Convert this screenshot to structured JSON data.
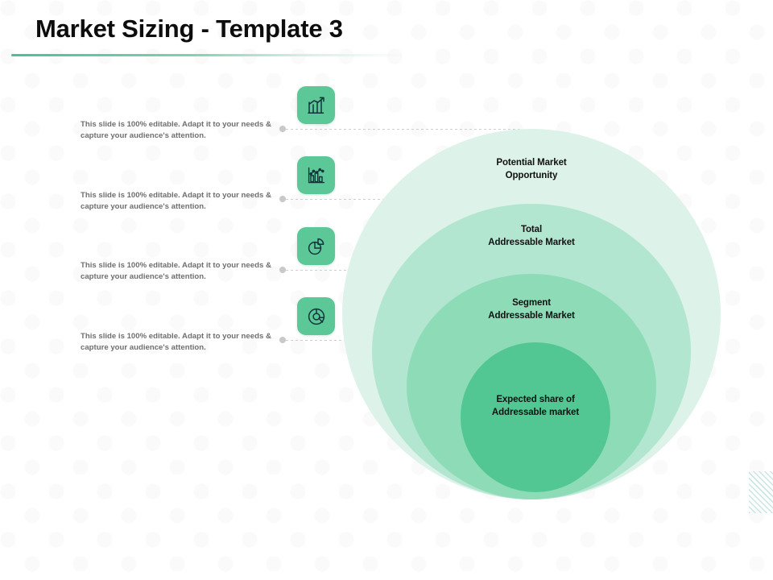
{
  "slide": {
    "title": "Market Sizing - Template 3",
    "accent_color": "#4cbf96",
    "icon_tile_color": "#5cc797"
  },
  "notes": [
    {
      "text": "This slide is 100% editable. Adapt it to your needs & capture your audience's attention."
    },
    {
      "text": "This slide is 100% editable. Adapt it to your needs & capture your audience's attention."
    },
    {
      "text": "This slide is 100% editable. Adapt it to your needs & capture your audience's attention."
    },
    {
      "text": "This slide is 100% editable. Adapt it to your needs & capture your audience's attention."
    }
  ],
  "icons": [
    {
      "name": "bar-chart-growth-icon"
    },
    {
      "name": "bar-line-chart-icon"
    },
    {
      "name": "pie-chart-exploded-icon"
    },
    {
      "name": "donut-chart-icon"
    }
  ],
  "chart_data": {
    "type": "pie",
    "title": "Market Sizing - Template 3",
    "xlabel": "",
    "ylabel": "",
    "legend_position": "none",
    "grid": false,
    "categories": [
      "Potential Market Opportunity",
      "Total Addressable Market",
      "Segment Addressable Market",
      "Expected share of Addressable market"
    ],
    "values": [
      100,
      71,
      49,
      28
    ],
    "colors": [
      "#ddf2e9",
      "#b3e6d1",
      "#8ddcb7",
      "#52c794"
    ],
    "annotations": [
      "Nested concentric circles, largest to smallest, bottom-aligned"
    ]
  },
  "circles": [
    {
      "line1": "Potential Market",
      "line2": "Opportunity",
      "color": "#ddf2e9"
    },
    {
      "line1": "Total",
      "line2": "Addressable Market",
      "color": "#b3e6d1"
    },
    {
      "line1": "Segment",
      "line2": "Addressable Market",
      "color": "#8ddcb7"
    },
    {
      "line1": "Expected share of",
      "line2": "Addressable market",
      "color": "#52c794"
    }
  ]
}
